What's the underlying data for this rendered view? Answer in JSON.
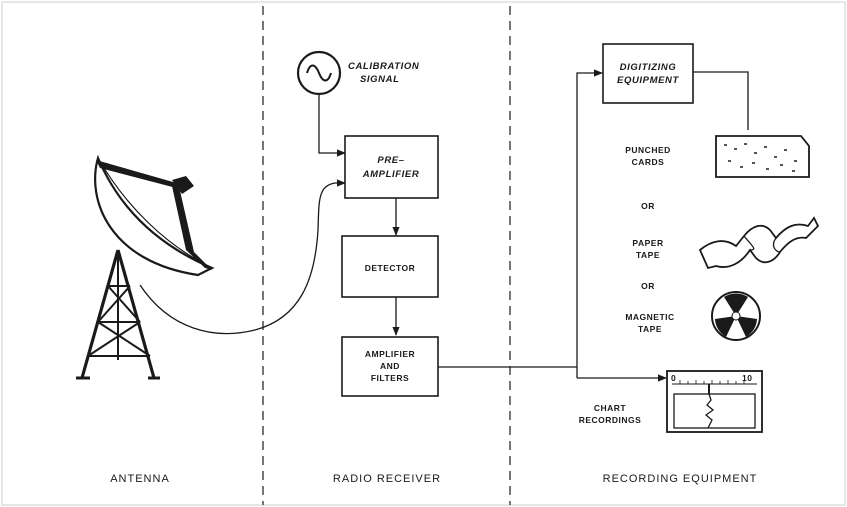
{
  "sections": {
    "antenna": "ANTENNA",
    "receiver": "RADIO RECEIVER",
    "recording": "RECORDING EQUIPMENT"
  },
  "calibration": {
    "line1": "CALIBRATION",
    "line2": "SIGNAL"
  },
  "blocks": {
    "preamp": {
      "line1": "PRE–",
      "line2": "AMPLIFIER"
    },
    "detector": {
      "line1": "DETECTOR"
    },
    "amplifier": {
      "line1": "AMPLIFIER",
      "line2": "AND",
      "line3": "FILTERS"
    },
    "digitizing": {
      "line1": "DIGITIZING",
      "line2": "EQUIPMENT"
    }
  },
  "outputs": {
    "punched": {
      "line1": "PUNCHED",
      "line2": "CARDS"
    },
    "or1": "OR",
    "paper": {
      "line1": "PAPER",
      "line2": "TAPE"
    },
    "or2": "OR",
    "magnetic": {
      "line1": "MAGNETIC",
      "line2": "TAPE"
    },
    "chart": {
      "line1": "CHART",
      "line2": "RECORDINGS"
    }
  },
  "chart_scale": {
    "min": "0",
    "max": "10"
  }
}
